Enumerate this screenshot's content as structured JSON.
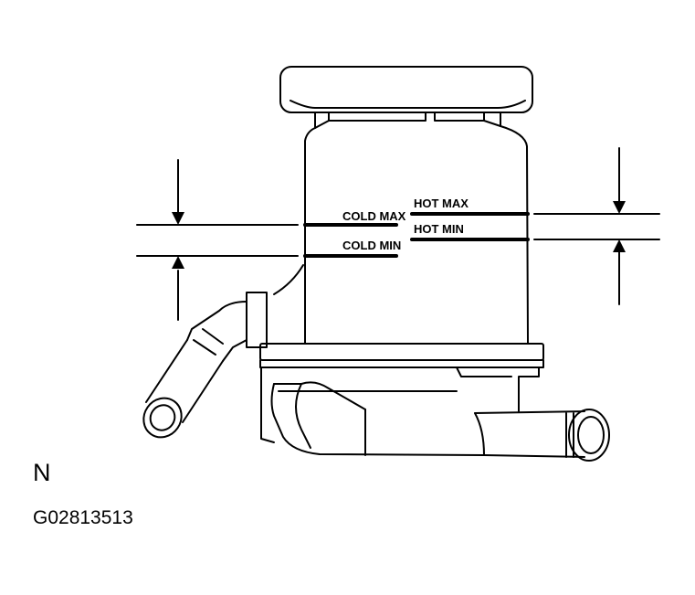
{
  "labels": {
    "cold_max": "COLD MAX",
    "cold_min": "COLD MIN",
    "hot_max": "HOT MAX",
    "hot_min": "HOT MIN"
  },
  "corner_letter": "N",
  "figure_id": "G02813513",
  "colors": {
    "line": "#000000",
    "background": "#ffffff"
  }
}
